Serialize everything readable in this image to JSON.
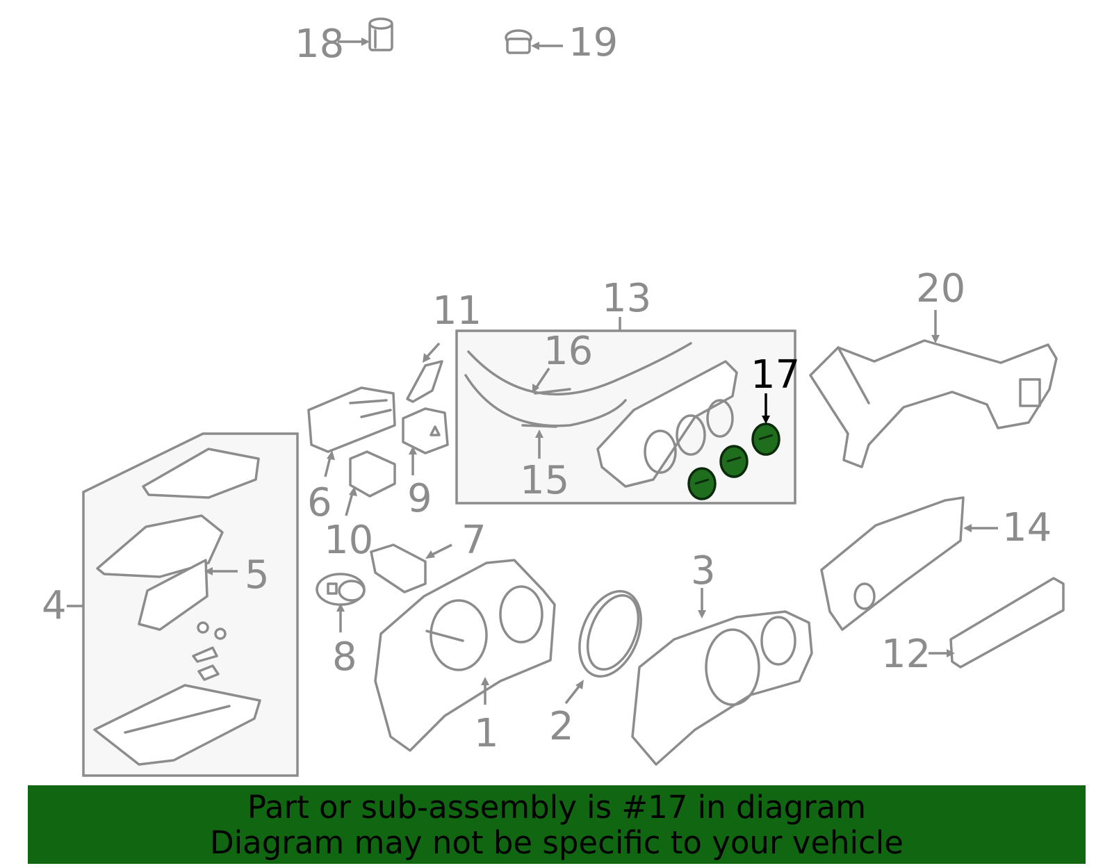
{
  "labels": {
    "l1": "1",
    "l2": "2",
    "l3": "3",
    "l4": "4",
    "l5": "5",
    "l6": "6",
    "l7": "7",
    "l8": "8",
    "l9": "9",
    "l10": "10",
    "l11": "11",
    "l12": "12",
    "l13": "13",
    "l14": "14",
    "l15": "15",
    "l16": "16",
    "l17": "17",
    "l18": "18",
    "l19": "19",
    "l20": "20"
  },
  "highlight": {
    "part_number": "17",
    "color": "#1e6e1e"
  },
  "banner": {
    "line1": "Part or sub-assembly is #17 in diagram",
    "line2": "Diagram may not be specific to your vehicle",
    "color": "#116611"
  }
}
